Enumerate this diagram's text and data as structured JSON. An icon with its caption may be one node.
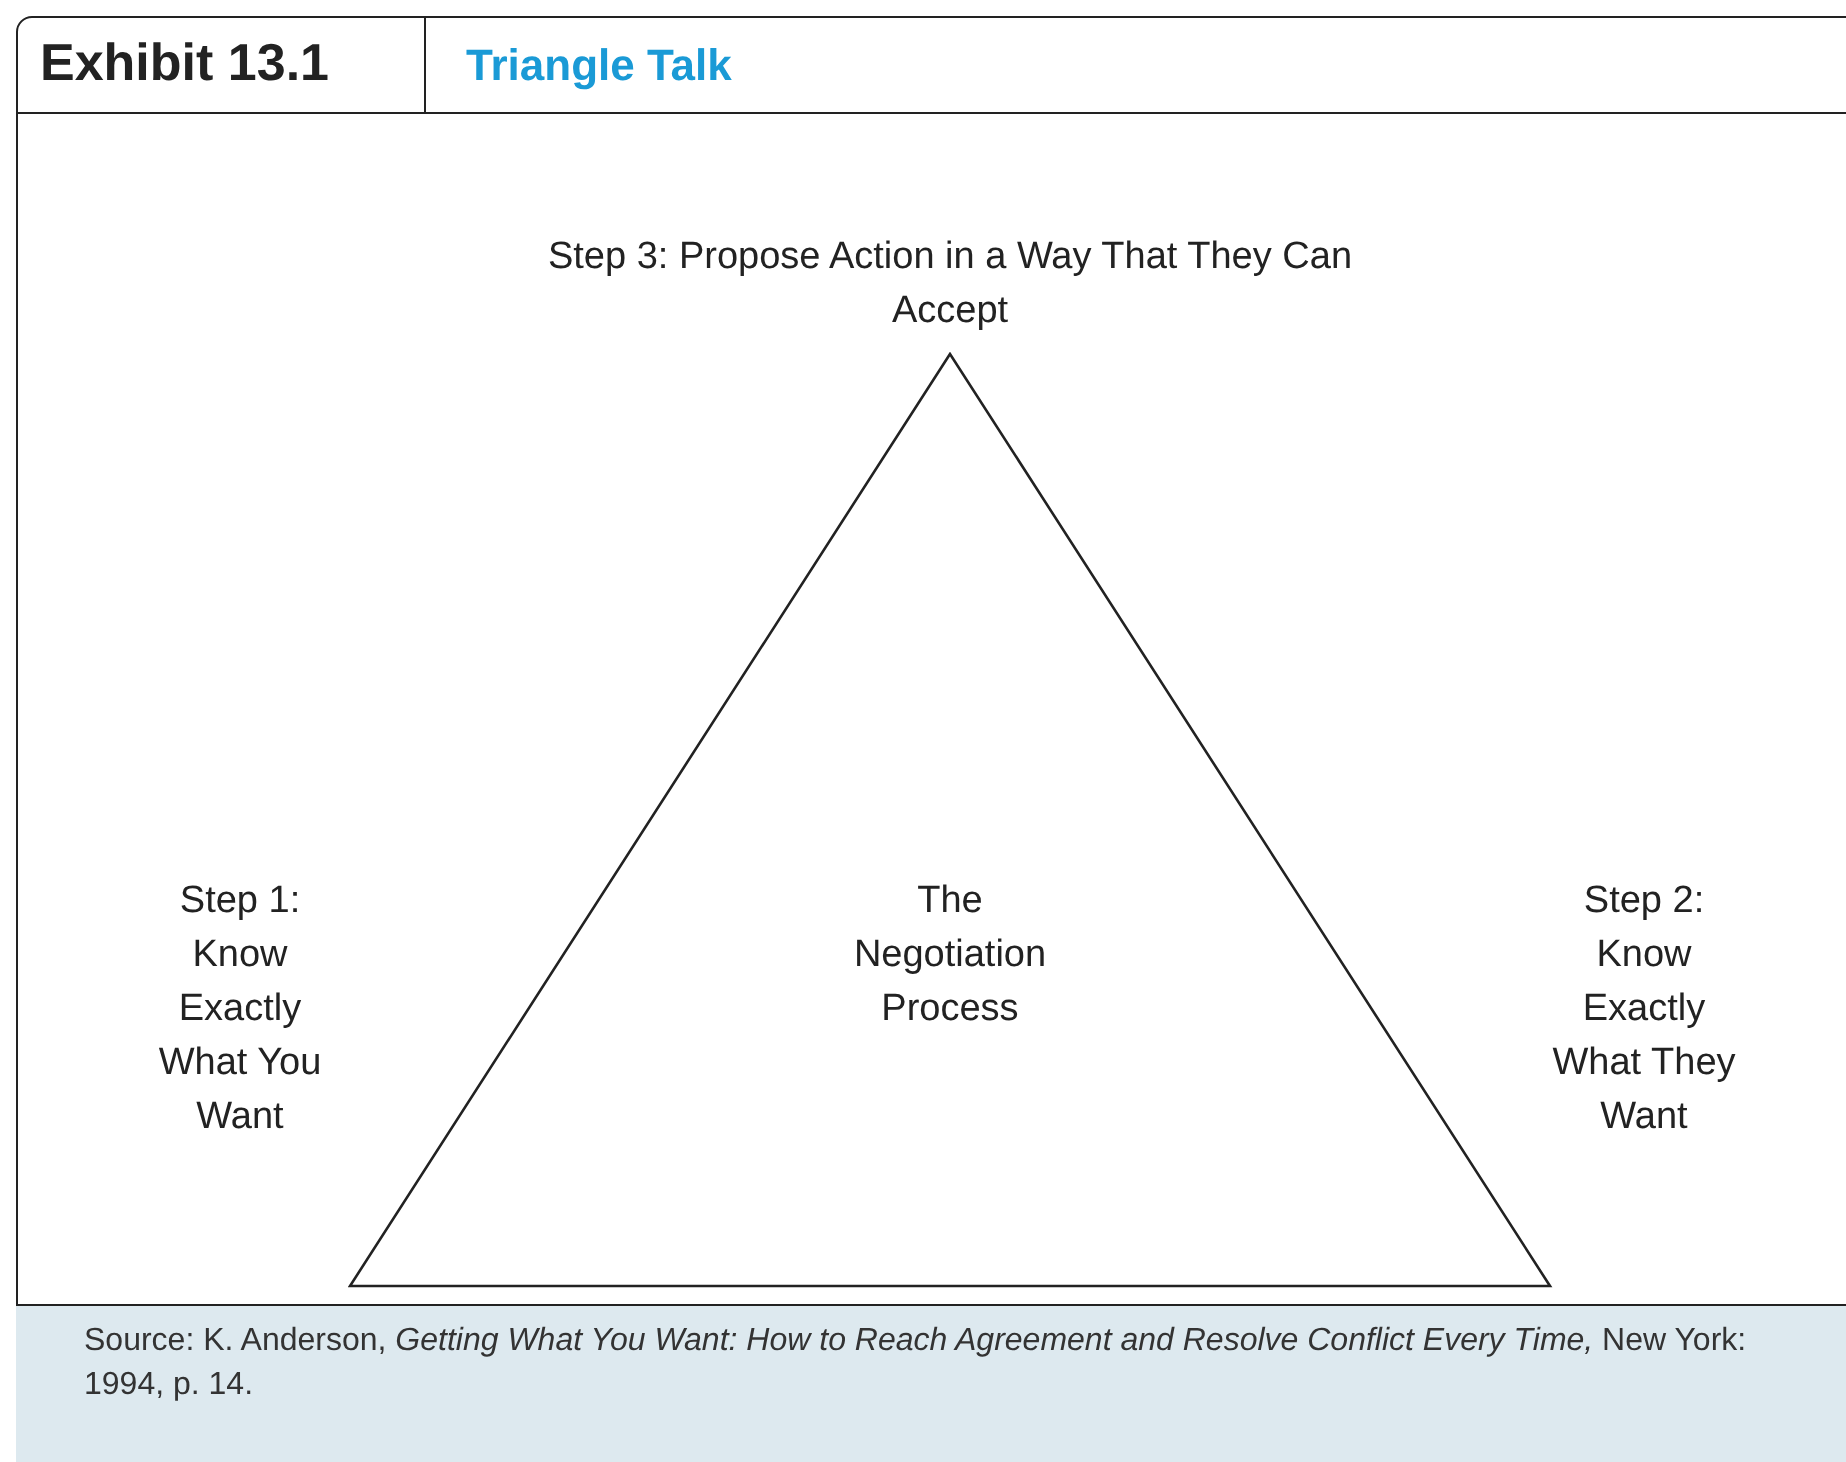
{
  "diagram": {
    "title": "Triangle Talk",
    "caption": "Source: K. Anderson, *Getting What You Want: How to Reach Agreement and Resolve Conflict Every Time,* New York: 1994, p. 14.",
    "nodes": [
      {
        "text": [
          "The Negotiation Process"
        ]
      }
    ],
    "labels": [
      "Exhibit 13.1",
      "Step 3: Propose Action in a Way That They Can Accept",
      "Step 1: Know Exactly What You Want",
      "Step 2: Know Exactly What They Want"
    ]
  }
}
